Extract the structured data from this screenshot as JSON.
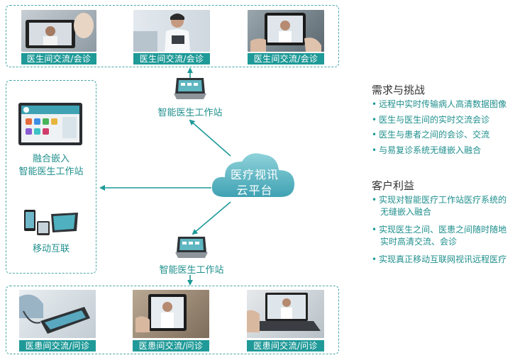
{
  "top_row": {
    "captions": [
      "医生间交流/会诊",
      "医生间交流/会诊",
      "医生间交流/会诊"
    ]
  },
  "bottom_row": {
    "captions": [
      "医患间交流/问诊",
      "医患间交流/问诊",
      "医患间交流/问诊"
    ]
  },
  "workstation_top_label": "智能医生工作站",
  "workstation_bottom_label": "智能医生工作站",
  "left_panel": {
    "embed_line1": "融合嵌入",
    "embed_line2": "智能医生工作站",
    "mobile_label": "移动互联"
  },
  "cloud": {
    "line1": "医疗视讯",
    "line2": "云平台"
  },
  "needs": {
    "title": "需求与挑战",
    "items": [
      "远程中实时传输病人高清数据图像",
      "医生与医生间的实时交流会诊",
      "医生与患者之间的会诊、交流",
      "与易复诊系统无缝嵌入融合"
    ]
  },
  "benefits": {
    "title": "客户利益",
    "items": [
      {
        "line1": "实现对智能医疗工作站医疗系统的",
        "line2": "无缝嵌入融合"
      },
      {
        "line1": "实现医生之间、医患之间随时随地",
        "line2": "实时高清交流、会诊"
      },
      {
        "line1": "实现真正移动互联网视讯远程医疗",
        "line2": ""
      }
    ]
  },
  "colors": {
    "teal": "#1f9a98",
    "teal_text": "#1f8f8d",
    "dash": "#4aa7a6",
    "cloud": "#5bb8c4"
  }
}
